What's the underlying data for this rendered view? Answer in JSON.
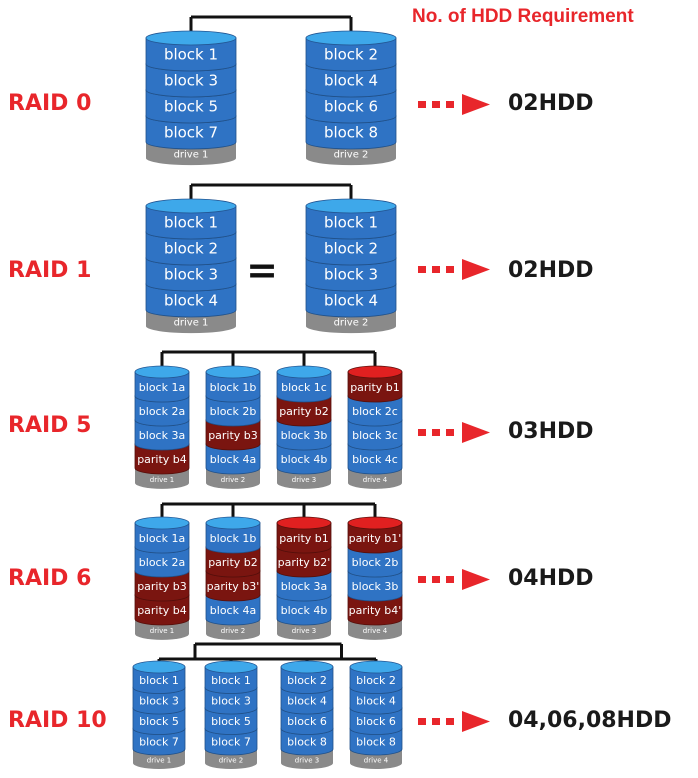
{
  "header": "No. of HDD Requirement",
  "colors": {
    "accent_red": "#e8262b",
    "block_blue": "#2f73c4",
    "parity_dark": "#7a1510",
    "parity_top": "#e02020",
    "drive_gray": "#8a8a8a"
  },
  "raids": [
    {
      "label": "RAID 0",
      "hdd": "02HDD",
      "equals": "",
      "drives": [
        {
          "name": "drive 1",
          "blocks": [
            {
              "text": "block 1",
              "type": "data"
            },
            {
              "text": "block 3",
              "type": "data"
            },
            {
              "text": "block 5",
              "type": "data"
            },
            {
              "text": "block 7",
              "type": "data"
            }
          ]
        },
        {
          "name": "drive 2",
          "blocks": [
            {
              "text": "block 2",
              "type": "data"
            },
            {
              "text": "block 4",
              "type": "data"
            },
            {
              "text": "block 6",
              "type": "data"
            },
            {
              "text": "block 8",
              "type": "data"
            }
          ]
        }
      ]
    },
    {
      "label": "RAID 1",
      "hdd": "02HDD",
      "equals": "=",
      "drives": [
        {
          "name": "drive 1",
          "blocks": [
            {
              "text": "block 1",
              "type": "data"
            },
            {
              "text": "block 2",
              "type": "data"
            },
            {
              "text": "block 3",
              "type": "data"
            },
            {
              "text": "block 4",
              "type": "data"
            }
          ]
        },
        {
          "name": "drive 2",
          "blocks": [
            {
              "text": "block 1",
              "type": "data"
            },
            {
              "text": "block 2",
              "type": "data"
            },
            {
              "text": "block 3",
              "type": "data"
            },
            {
              "text": "block 4",
              "type": "data"
            }
          ]
        }
      ]
    },
    {
      "label": "RAID 5",
      "hdd": "03HDD",
      "equals": "",
      "drives": [
        {
          "name": "drive 1",
          "blocks": [
            {
              "text": "block 1a",
              "type": "data"
            },
            {
              "text": "block 2a",
              "type": "data"
            },
            {
              "text": "block 3a",
              "type": "data"
            },
            {
              "text": "parity b4",
              "type": "parity"
            }
          ]
        },
        {
          "name": "drive 2",
          "blocks": [
            {
              "text": "block 1b",
              "type": "data"
            },
            {
              "text": "block 2b",
              "type": "data"
            },
            {
              "text": "parity b3",
              "type": "parity"
            },
            {
              "text": "block 4a",
              "type": "data"
            }
          ]
        },
        {
          "name": "drive 3",
          "blocks": [
            {
              "text": "block 1c",
              "type": "data"
            },
            {
              "text": "parity b2",
              "type": "parity"
            },
            {
              "text": "block 3b",
              "type": "data"
            },
            {
              "text": "block 4b",
              "type": "data"
            }
          ]
        },
        {
          "name": "drive 4",
          "blocks": [
            {
              "text": "parity b1",
              "type": "parity"
            },
            {
              "text": "block 2c",
              "type": "data"
            },
            {
              "text": "block 3c",
              "type": "data"
            },
            {
              "text": "block 4c",
              "type": "data"
            }
          ]
        }
      ]
    },
    {
      "label": "RAID 6",
      "hdd": "04HDD",
      "equals": "",
      "drives": [
        {
          "name": "drive 1",
          "blocks": [
            {
              "text": "block 1a",
              "type": "data"
            },
            {
              "text": "block 2a",
              "type": "data"
            },
            {
              "text": "parity b3",
              "type": "parity"
            },
            {
              "text": "parity b4",
              "type": "parity"
            }
          ]
        },
        {
          "name": "drive 2",
          "blocks": [
            {
              "text": "block 1b",
              "type": "data"
            },
            {
              "text": "parity b2",
              "type": "parity"
            },
            {
              "text": "parity b3'",
              "type": "parity"
            },
            {
              "text": "block 4a",
              "type": "data"
            }
          ]
        },
        {
          "name": "drive 3",
          "blocks": [
            {
              "text": "parity b1",
              "type": "parity"
            },
            {
              "text": "parity b2'",
              "type": "parity"
            },
            {
              "text": "block 3a",
              "type": "data"
            },
            {
              "text": "block 4b",
              "type": "data"
            }
          ]
        },
        {
          "name": "drive 4",
          "blocks": [
            {
              "text": "parity b1'",
              "type": "parity"
            },
            {
              "text": "block 2b",
              "type": "data"
            },
            {
              "text": "block 3b",
              "type": "data"
            },
            {
              "text": "parity b4'",
              "type": "parity"
            }
          ]
        }
      ]
    },
    {
      "label": "RAID 10",
      "hdd": "04,06,08HDD",
      "equals": "",
      "drives": [
        {
          "name": "drive 1",
          "blocks": [
            {
              "text": "block 1",
              "type": "data"
            },
            {
              "text": "block 3",
              "type": "data"
            },
            {
              "text": "block 5",
              "type": "data"
            },
            {
              "text": "block 7",
              "type": "data"
            }
          ]
        },
        {
          "name": "drive 2",
          "blocks": [
            {
              "text": "block 1",
              "type": "data"
            },
            {
              "text": "block 3",
              "type": "data"
            },
            {
              "text": "block 5",
              "type": "data"
            },
            {
              "text": "block 7",
              "type": "data"
            }
          ]
        },
        {
          "name": "drive 3",
          "blocks": [
            {
              "text": "block 2",
              "type": "data"
            },
            {
              "text": "block 4",
              "type": "data"
            },
            {
              "text": "block 6",
              "type": "data"
            },
            {
              "text": "block 8",
              "type": "data"
            }
          ]
        },
        {
          "name": "drive 4",
          "blocks": [
            {
              "text": "block 2",
              "type": "data"
            },
            {
              "text": "block 4",
              "type": "data"
            },
            {
              "text": "block 6",
              "type": "data"
            },
            {
              "text": "block 8",
              "type": "data"
            }
          ]
        }
      ]
    }
  ]
}
